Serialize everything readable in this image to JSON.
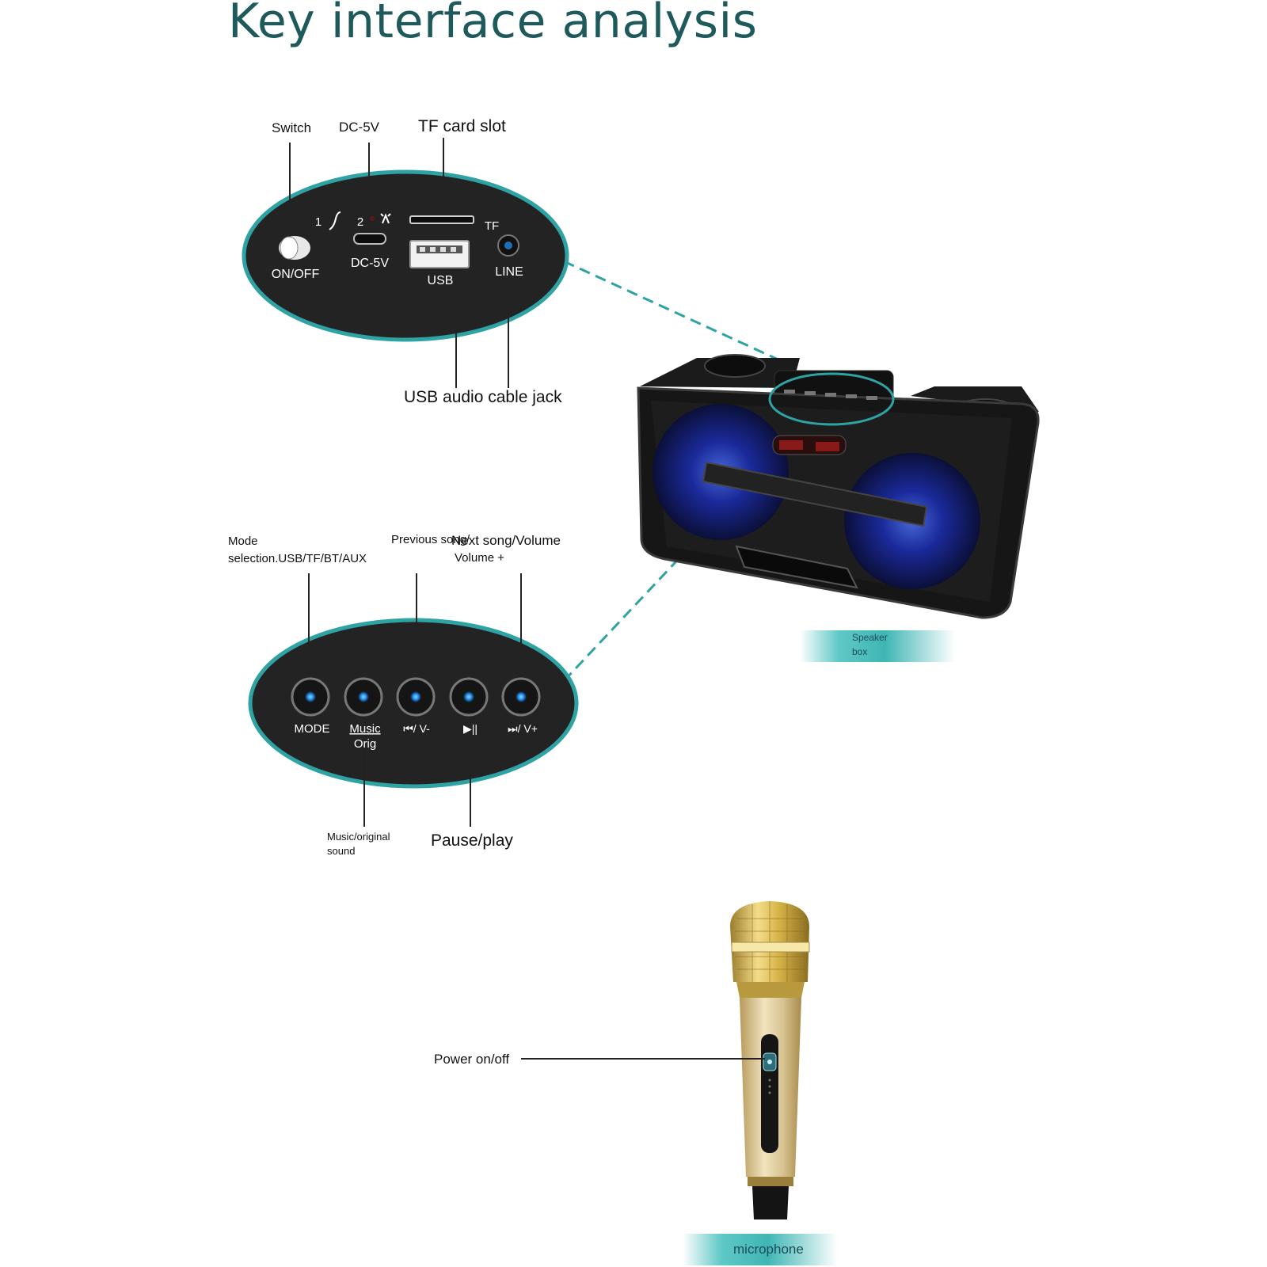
{
  "title": "Key interface analysis",
  "top_panel": {
    "callouts": {
      "switch": "Switch",
      "dc": "DC-5V",
      "tf": "TF card slot",
      "usb_line": "USB audio cable jack"
    },
    "labels": {
      "on_off": "ON/OFF",
      "mode_1": "1",
      "mode_2": "2",
      "dc": "DC-5V",
      "tf": "TF",
      "usb": "USB",
      "line": "LINE"
    }
  },
  "button_panel": {
    "callouts": {
      "mode": "Mode",
      "mode_detail": "selection.USB/TF/BT/AUX",
      "previous": "Previous song/",
      "next": "Next song/Volume",
      "volume_plus": "Volume +",
      "music_original": "Music/original",
      "sound": "sound",
      "pause_play": "Pause/play"
    },
    "labels": {
      "mode": "MODE",
      "music": "Music",
      "orig": "Orig",
      "prev": "⏮/ V-",
      "play": "▶||",
      "next": "⏭/ V+"
    }
  },
  "tags": {
    "speaker": [
      "Speaker",
      "box"
    ],
    "microphone": "microphone"
  },
  "microphone": {
    "callout": "Power on/off"
  },
  "colors": {
    "title": "#1e5a5c",
    "panel_border": "#2fa3a3",
    "panel_fill": "#232323",
    "dash_line": "#2fa3a3",
    "led": "#1e90ff",
    "gold": "#d9b64a",
    "speaker_blue": "#1a2aa0"
  },
  "icons": [
    "power-switch-icon",
    "micro-usb-port-icon",
    "tf-slot-icon",
    "usb-port-icon",
    "line-jack-icon",
    "led-button-icon"
  ]
}
